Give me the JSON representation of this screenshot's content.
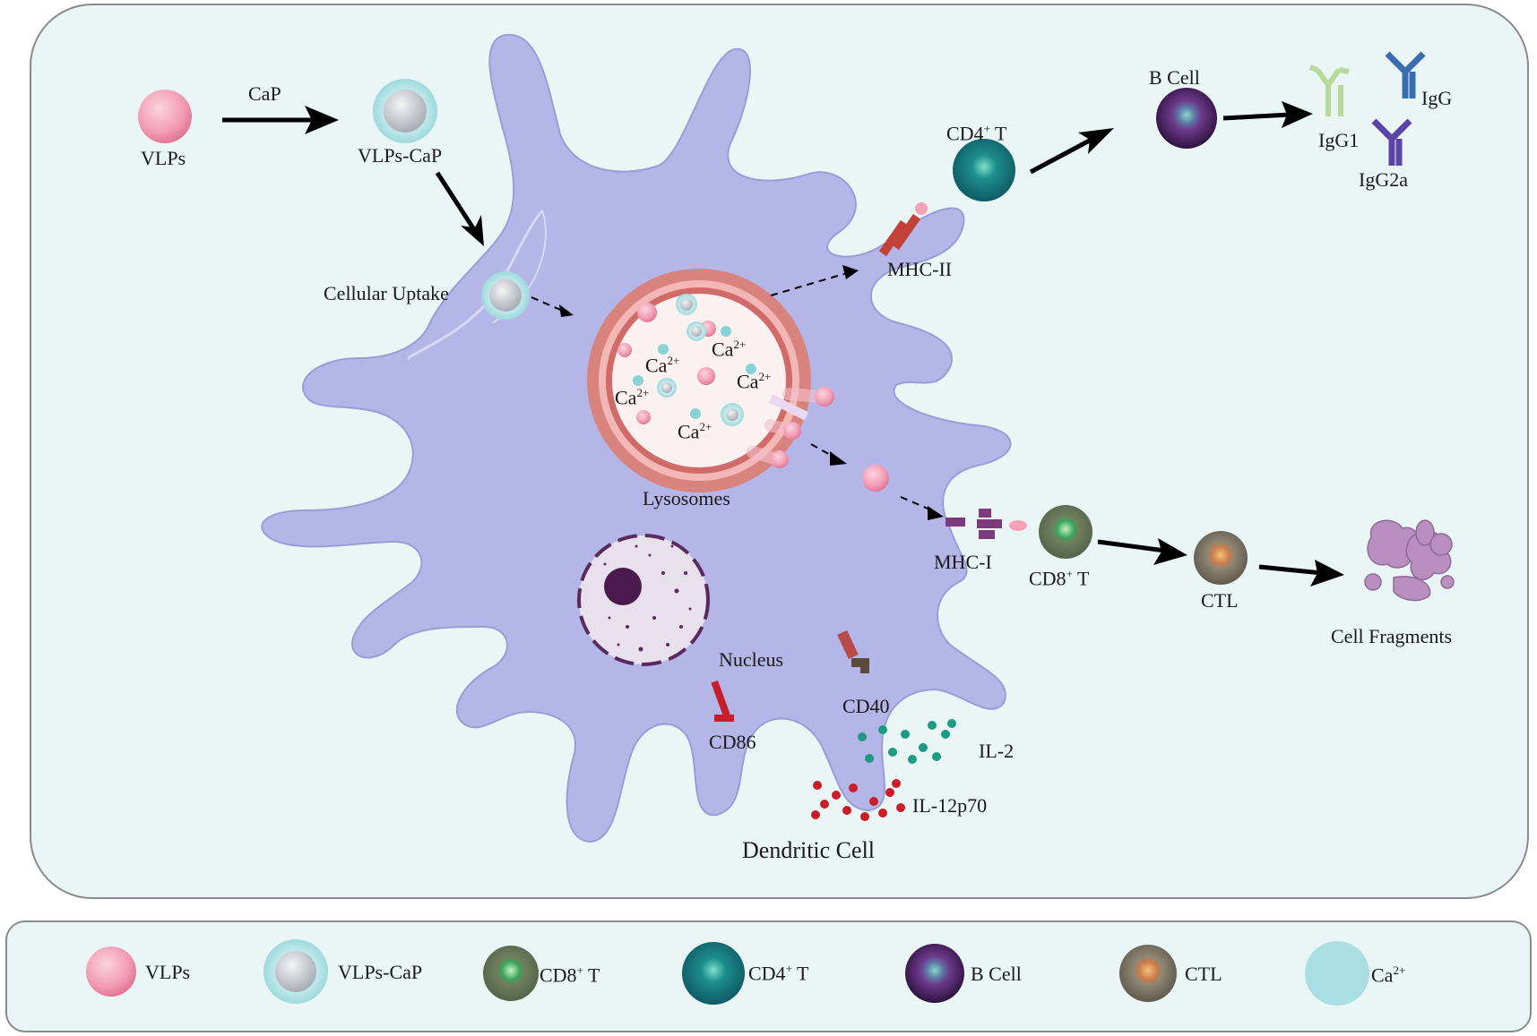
{
  "labels": {
    "vlps": "VLPs",
    "cap": "CaP",
    "vlps_cap": "VLPs-CaP",
    "cellular_uptake": "Cellular Uptake",
    "lysosomes": "Lysosomes",
    "ca": "Ca",
    "ca_sup": "2+",
    "mhc2": "MHC-II",
    "mhc1": "MHC-I",
    "cd4_t": "CD4",
    "cd4_sup": "+",
    "t": "T",
    "cd8_t": "CD8",
    "cd8_sup": "+",
    "b_cell": "B Cell",
    "igg": "IgG",
    "igg1": "IgG1",
    "igg2a": "IgG2a",
    "ctl": "CTL",
    "cell_fragments": "Cell Fragments",
    "nucleus": "Nucleus",
    "cd86": "CD86",
    "cd40": "CD40",
    "il2": "IL-2",
    "il12": "IL-12p70",
    "dendritic_cell": "Dendritic Cell"
  },
  "legend": {
    "vlps": "VLPs",
    "vlps_cap": "VLPs-CaP",
    "cd8": "CD8",
    "cd8_sup": "+",
    "t": "T",
    "cd4": "CD4",
    "cd4_sup": "+",
    "b_cell": "B Cell",
    "ctl": "CTL",
    "ca": "Ca",
    "ca_sup": "2+"
  },
  "colors": {
    "cell_body": "#b3b6e6",
    "vlp": "#f3a3b8",
    "cap_shell": "#aee0e2",
    "cd4": "#1b7d86",
    "cd8": "#7e8f6a",
    "b_cell": "#5d2e78",
    "ctl": "#8a8070",
    "lysosome": "#d9837e",
    "nucleus": "#5a2a5e"
  }
}
